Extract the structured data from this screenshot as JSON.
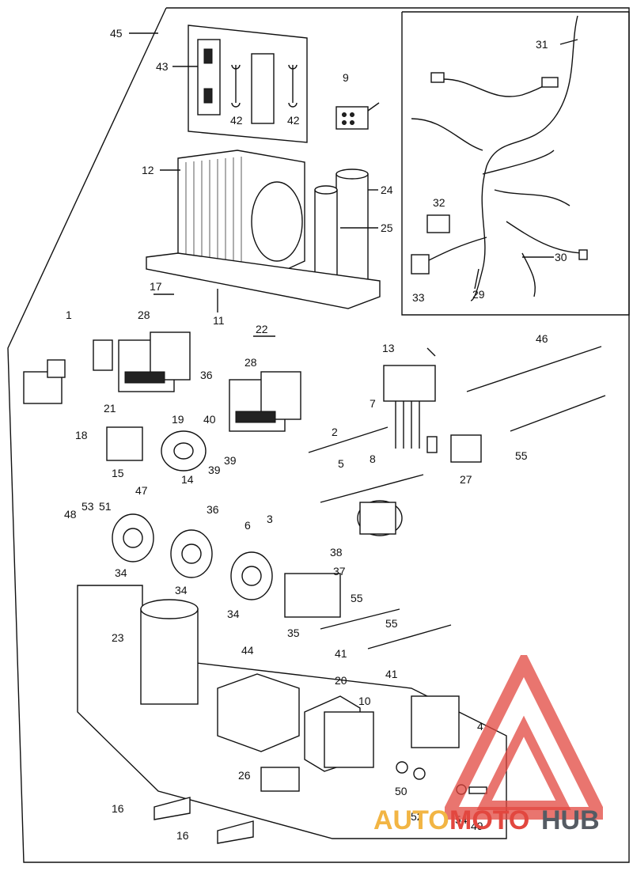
{
  "diagram": {
    "labels": [
      "45",
      "43",
      "42",
      "42",
      "9",
      "31",
      "12",
      "24",
      "25",
      "32",
      "30",
      "33",
      "29",
      "11",
      "17",
      "28",
      "1",
      "22",
      "28",
      "13",
      "46",
      "36",
      "21",
      "19",
      "40",
      "2",
      "7",
      "18",
      "14",
      "39",
      "15",
      "47",
      "39",
      "5",
      "8",
      "55",
      "27",
      "36",
      "6",
      "3",
      "48",
      "53",
      "51",
      "34",
      "38",
      "37",
      "34",
      "34",
      "35",
      "55",
      "41",
      "55",
      "41",
      "23",
      "44",
      "20",
      "10",
      "4",
      "26",
      "50",
      "52",
      "54",
      "49",
      "16",
      "16"
    ]
  },
  "watermark": {
    "part1": "AUTO",
    "part2": "MOTO",
    "part3": "HUB"
  },
  "colors": {
    "line": "#111111",
    "wm_yellow": "#f2b544",
    "wm_red": "#e2473f",
    "wm_gray": "#555b63"
  }
}
